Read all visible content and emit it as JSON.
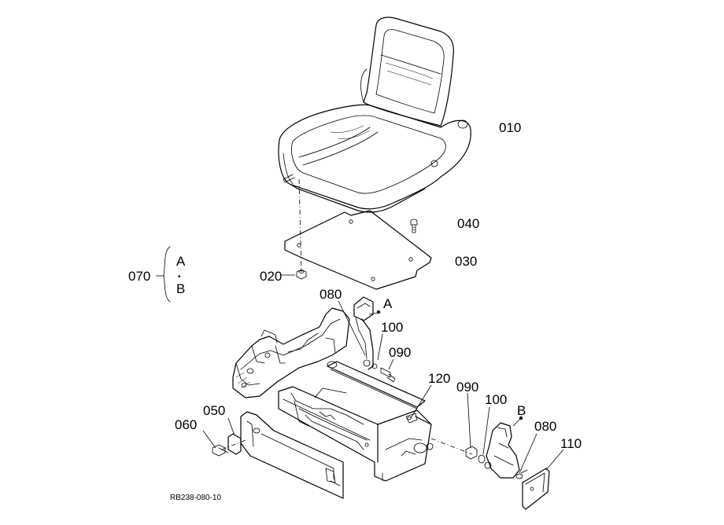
{
  "labels": {
    "p010": "010",
    "p020": "020",
    "p030": "030",
    "p040": "040",
    "p050": "050",
    "p060": "060",
    "p070": "070",
    "p080a": "080",
    "p080b": "080",
    "p090a": "090",
    "p090b": "090",
    "p100a": "100",
    "p100b": "100",
    "p110": "110",
    "p120": "120",
    "refA": "A",
    "refB": "B",
    "group_a": "A",
    "group_dot": "•",
    "group_b": "B",
    "drawing_code": "RB238-080-10"
  }
}
